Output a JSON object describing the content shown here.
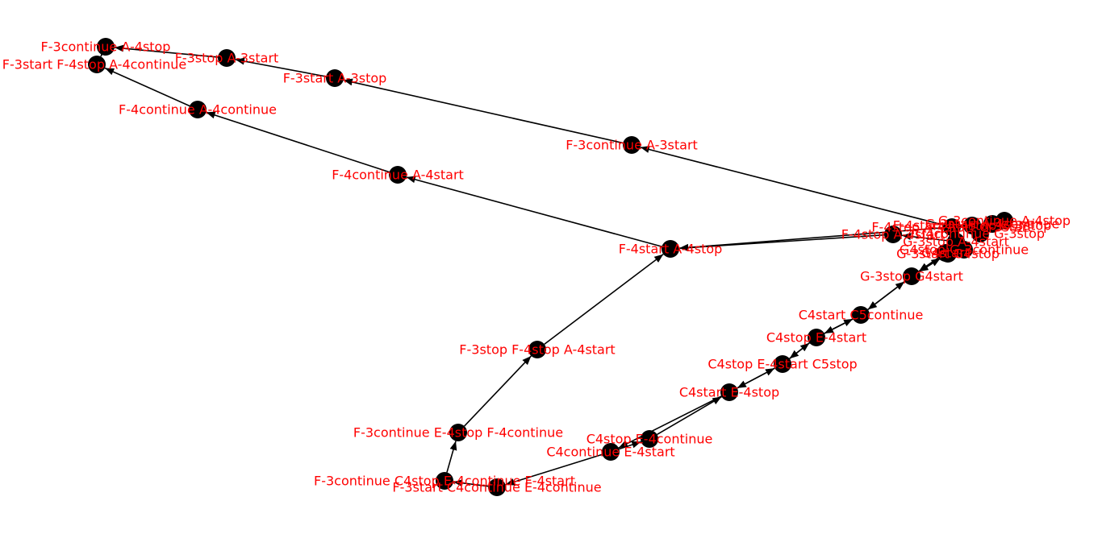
{
  "colors": {
    "node": "#000000",
    "edge": "#000000",
    "label": "#ff0000",
    "background": "#ffffff"
  },
  "nodes": [
    {
      "id": "n1",
      "label": "F-3continue A-4stop"
    },
    {
      "id": "n2",
      "label": "F-3start F-4stop A-4continue"
    },
    {
      "id": "n3",
      "label": "F-3stop A-3start"
    },
    {
      "id": "n4",
      "label": "F-3start A-3stop"
    },
    {
      "id": "n5",
      "label": "F-4continue A-4continue"
    },
    {
      "id": "n6",
      "label": "F-3continue A-3start"
    },
    {
      "id": "n7",
      "label": "F-4continue A-4start"
    },
    {
      "id": "n8",
      "label": "F-4start A-4stop"
    },
    {
      "id": "n9",
      "label": "F-4stop A-4start"
    },
    {
      "id": "n10",
      "label": "G-3stop G4start"
    },
    {
      "id": "n11",
      "label": "G-3start G4stop"
    },
    {
      "id": "n12",
      "label": "G4start"
    },
    {
      "id": "n13",
      "label": "C4start C5continue"
    },
    {
      "id": "n14",
      "label": "C4stop E-4start"
    },
    {
      "id": "n15",
      "label": "C4stop E-4start C5stop"
    },
    {
      "id": "n16",
      "label": "C4start E-4stop"
    },
    {
      "id": "n17",
      "label": "F-3stop F-4stop A-4start"
    },
    {
      "id": "n18",
      "label": "F-3continue E-4stop F-4continue"
    },
    {
      "id": "n19",
      "label": "C4stop E-4continue"
    },
    {
      "id": "n20",
      "label": "C4continue E-4start"
    },
    {
      "id": "n21",
      "label": "F-3continue C4stop E-4continue F-4start"
    },
    {
      "id": "n22",
      "label": "F-3start C4continue E-4continue"
    },
    {
      "id": "h1",
      "label": "F-4stop A-4start G-3start"
    },
    {
      "id": "h2",
      "label": "F-4start A-4stop G-3stop"
    },
    {
      "id": "h3",
      "label": "G-3start A-4continue"
    },
    {
      "id": "h4",
      "label": "G-3continue A-4stop"
    },
    {
      "id": "h5",
      "label": "G4continue G-3stop"
    },
    {
      "id": "h6",
      "label": "G-3stop A-4start"
    },
    {
      "id": "h7",
      "label": "G4stop G-3continue"
    }
  ]
}
